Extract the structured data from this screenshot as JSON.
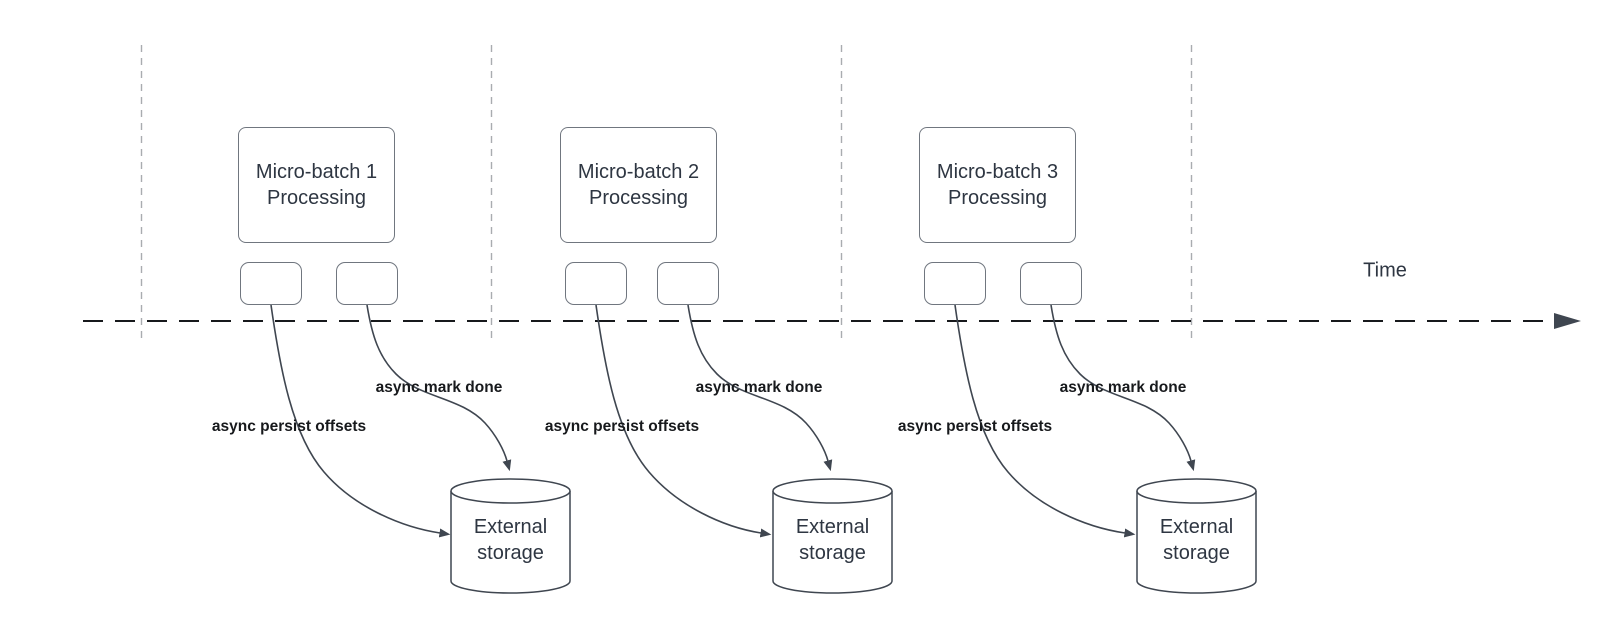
{
  "diagram": {
    "timeline_label": "Time",
    "sections": [
      {
        "batch": {
          "line1": "Micro-batch 1",
          "line2": "Processing"
        },
        "persist_label": "async persist offsets",
        "mark_label": "async mark done",
        "storage": {
          "line1": "External",
          "line2": "storage"
        }
      },
      {
        "batch": {
          "line1": "Micro-batch 2",
          "line2": "Processing"
        },
        "persist_label": "async persist offsets",
        "mark_label": "async mark done",
        "storage": {
          "line1": "External",
          "line2": "storage"
        }
      },
      {
        "batch": {
          "line1": "Micro-batch 3",
          "line2": "Processing"
        },
        "persist_label": "async persist offsets",
        "mark_label": "async mark done",
        "storage": {
          "line1": "External",
          "line2": "storage"
        }
      }
    ],
    "colors": {
      "background": "#ffffff",
      "shape_stroke": "#70767f",
      "connector": "#3f4650",
      "timeline": "#17191c",
      "gridline": "#a9acb0",
      "text": "#2e3642",
      "label_text": "#17191c"
    }
  }
}
